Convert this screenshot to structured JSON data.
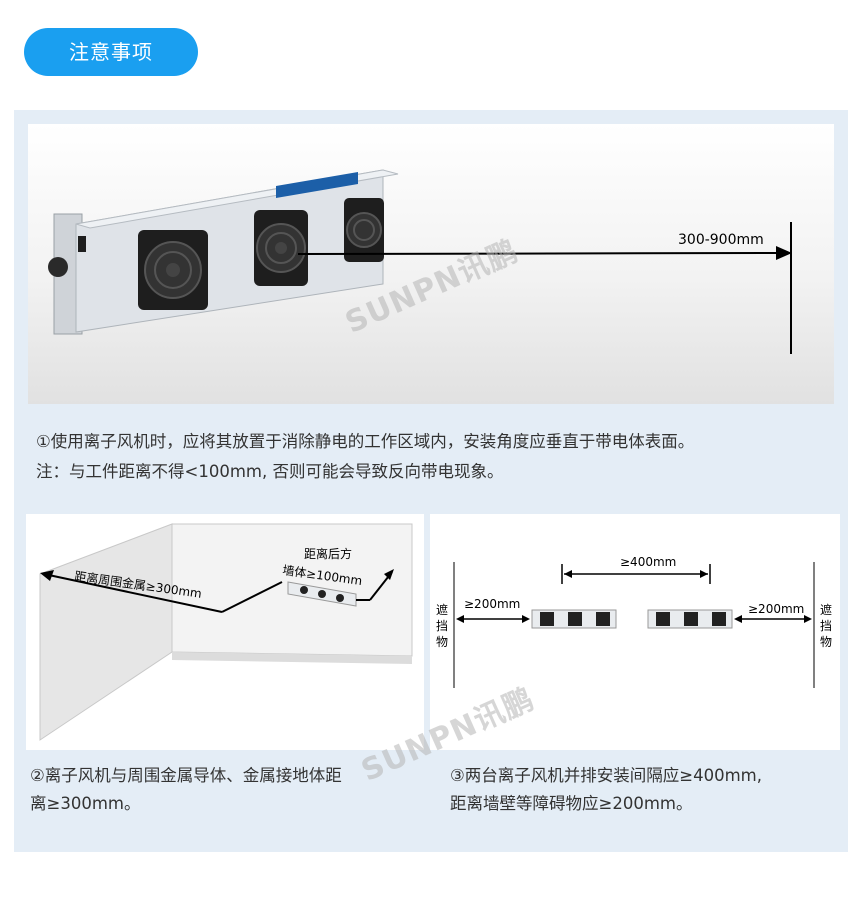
{
  "header": {
    "title": "注意事项"
  },
  "photo1": {
    "distance_label": "300-900mm",
    "watermark": "SUNPN讯鹏"
  },
  "note": {
    "line1": "①使用离子风机时，应将其放置于消除静电的工作区域内，安装角度应垂直于带电体表面。",
    "line2": "注：与工件距离不得<100mm, 否则可能会导致反向带电现象。"
  },
  "card_left": {
    "label_metal": "距离周围金属≥300mm",
    "label_back_1": "距离后方",
    "label_back_2": "墙体≥100mm",
    "caption_1": "②离子风机与周围金属导体、金属接地体距",
    "caption_2": "离≥300mm。"
  },
  "card_right": {
    "label_gap": "≥400mm",
    "label_left": "≥200mm",
    "label_right": "≥200mm",
    "obstacle_left": [
      "遮",
      "挡",
      "物"
    ],
    "obstacle_right": [
      "遮",
      "挡",
      "物"
    ],
    "caption_1": "③两台离子风机并排安装间隔应≥400mm,",
    "caption_2": "距离墙壁等障碍物应≥200mm。"
  },
  "watermark_bottom": "SUNPN讯鹏"
}
